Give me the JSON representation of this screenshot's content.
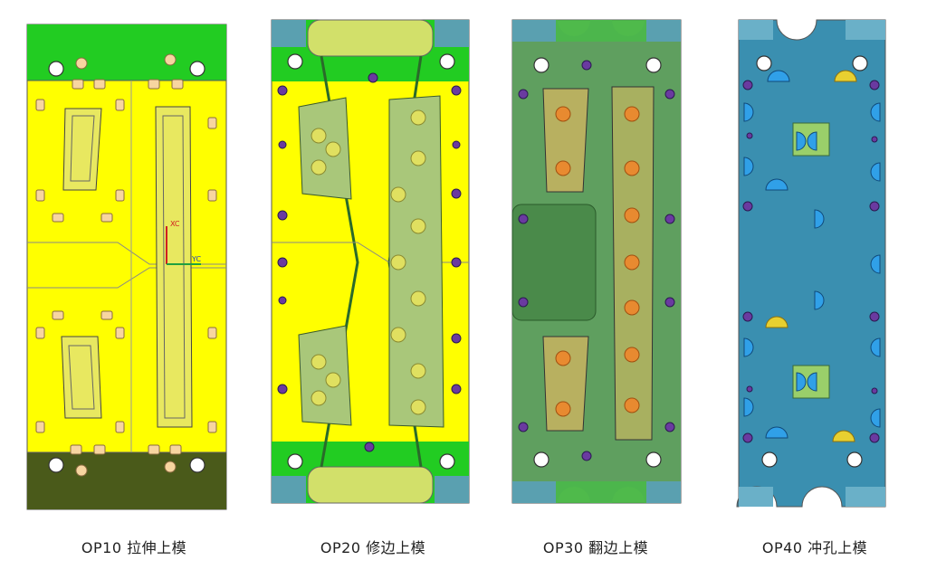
{
  "panels": [
    {
      "caption": "OP10 拉伸上模",
      "axis_x": "YC",
      "axis_y": "XC"
    },
    {
      "caption": "OP20  修边上模"
    },
    {
      "caption": "OP30  翻边上模"
    },
    {
      "caption": "OP40  冲孔上模"
    }
  ],
  "colors": {
    "yellow": "#ffff00",
    "green": "#22cc22",
    "dark_olive": "#4a5a1a",
    "trim_teal": "#5aa0b0",
    "flange_green": "#5f9f5f",
    "pierce_blue": "#3a8fb0",
    "orange_pad": "#e8a040",
    "purple_bolt": "#6a3aa0",
    "pale_yellow_green": "#d2e06a"
  }
}
